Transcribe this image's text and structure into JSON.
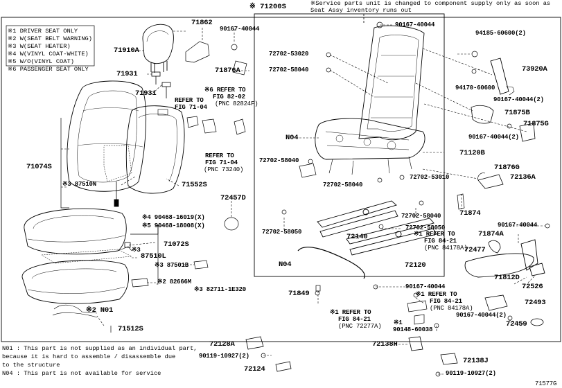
{
  "header": {
    "assy_code": "※ 71200S",
    "service_note": [
      "※Service parts unit is changed to component supply only as soon as",
      "Seat Assy inventory runs out"
    ]
  },
  "legend": [
    "※1 DRIVER SEAT ONLY",
    "※2 W(SEAT BELT WARNING)",
    "※3 W(SEAT HEATER)",
    "※4 W(VINYL COAT-WHITE)",
    "※5 W/O(VINYL COAT)",
    "※6 PASSENGER SEAT ONLY"
  ],
  "labels": {
    "p71862": "71862",
    "p90167_top": "90167-40044",
    "p90167_topr": "90167-40044",
    "p94185": "94185-60600(2)",
    "p71910a": "71910A",
    "p72702_53020": "72702-53020",
    "p72702_58040a": "72702-58040",
    "p73920a": "73920A",
    "p71931": "71931",
    "p71876a": "71876A",
    "p94170": "94170-60600",
    "p71931b": "71931",
    "ref6_1": "※6 REFER TO",
    "ref6_2": "FIG 82-02",
    "ref6_3": "(PNC 82824F)",
    "p90167_2a": "90167-40044(2)",
    "refA_1": "REFER TO",
    "refA_2": "FIG 71-04",
    "p71875b": "71875B",
    "p71875g": "71875G",
    "p90167_2b": "90167-40044(2)",
    "n04a": "N04",
    "p71120b": "71120B",
    "refB_1": "REFER TO",
    "refB_2": "FIG 71-04",
    "refB_3": "(PNC 73240)",
    "p72702_58040b": "72702-58040",
    "p71074s": "71074S",
    "p71876g": "71876G",
    "p72702_53010": "72702-53010",
    "p72136a": "72136A",
    "p87510n": "※3 87510N",
    "p72702_58040c": "72702-58040",
    "p71552s": "71552S",
    "p72457d": "72457D",
    "p71874": "71874",
    "p90468_16019": "※4 90468-16019(X)",
    "p90468_18008": "※5 90468-18008(X)",
    "p72702_58040d": "72702-58040",
    "p90167_74": "90167-40044",
    "p72702_58050a": "72702-58050",
    "p72702_58050b": "72702-58050",
    "p71874a": "71874A",
    "p71072s": "71072S",
    "p72140": "72140",
    "refC_1": "※1 REFER TO",
    "refC_2": "FIG 84-21",
    "refC_3": "(PNC 84178A)",
    "p72477": "72477",
    "p87510l": "87510L",
    "p87510l_mark": "※3",
    "p87501b": "※3 87501B",
    "n04b": "N04",
    "p72120": "72120",
    "p82666m": "※2 82666M",
    "p71812d": "71812D",
    "p72526": "72526",
    "p82711": "※3 82711-1E320",
    "p90167_b": "90167-40044",
    "p71849": "71849",
    "refD_1": "※1 REFER TO",
    "refD_2": "FIG 84-21",
    "refD_3": "(PNC 72277A)",
    "p72493": "72493",
    "p90167_2c": "90167-40044(2)",
    "n01": "※2 N01",
    "p72459": "72459",
    "p90148": "90148-60038",
    "p90148_mark": "※1",
    "p71512s": "71512S",
    "p72128a": "72128A",
    "p72138h": "72138H",
    "p90119_a": "90119-10927(2)",
    "p72124": "72124",
    "p72138j": "72138J",
    "p90119_b": "90119-10927(2)",
    "figno": "71577G"
  },
  "notes": [
    "N01 : This part is not supplied as an individual part,",
    "      because it is hard to assemble / disassemble due",
    "      to the structure",
    "N04 : This part is not available for service"
  ]
}
